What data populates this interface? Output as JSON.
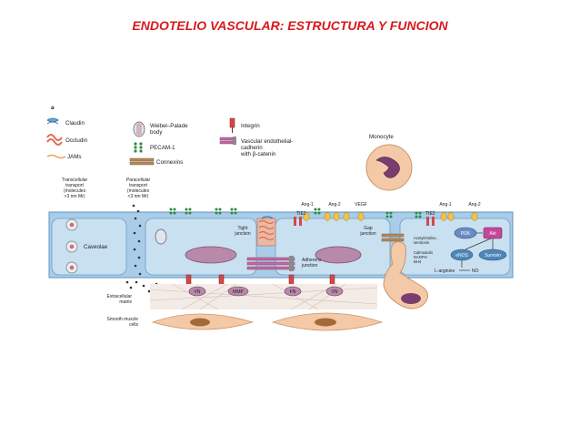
{
  "title": "ENDOTELIO VASCULAR: ESTRUCTURA Y FUNCION",
  "figure": {
    "panel_letter": "a",
    "legend": {
      "claudin": "Claudin",
      "occludin": "Occludin",
      "jams": "JAMs",
      "weibel_palade_1": "Weibel–Palade",
      "weibel_palade_2": "body",
      "pecam": "PECAM-1",
      "connexins": "Connexins",
      "integrin": "Integrin",
      "ve_cadherin_1": "Vascular endothelial-",
      "ve_cadherin_2": "cadherin",
      "ve_cadherin_3": "with β-catenin"
    },
    "monocyte": "Monocyte",
    "transcellular": [
      "Transcellular",
      "transport",
      "(molecules",
      ">3 nm Mr)"
    ],
    "paracellular": [
      "Paracellular",
      "transport",
      "(molecules",
      "<3 nm Mr)"
    ],
    "caveolae": "Caveolae",
    "tight_junction": [
      "Tight",
      "junction"
    ],
    "adherens_junction": [
      "Adherens",
      "junction"
    ],
    "gap_junction": [
      "Gap",
      "junction"
    ],
    "ang1_left": "Ang-1",
    "ang2_left": "Ang-2",
    "vegf": "VEGF",
    "tie2_left": "TIE2",
    "ang1_right": "Ang-1",
    "ang2_right": "Ang-2",
    "tie2_right": "TIE2",
    "agonists": [
      "Acetylcholine,",
      "serotonin"
    ],
    "cofactors": [
      "Calmodulin",
      "NADPH",
      "BH4"
    ],
    "pi3k": "PI3K",
    "akt": "Akt",
    "enos": "eNOS",
    "survivin": "Survivin",
    "l_arginine": "L-arginine",
    "no": "NO",
    "extracellular_matrix": [
      "Extracellular",
      "matrix"
    ],
    "smooth_muscle": [
      "Smooth muscle",
      "cells"
    ],
    "matrix_proteins": [
      "VN",
      "MMP",
      "FN",
      "VN"
    ]
  }
}
